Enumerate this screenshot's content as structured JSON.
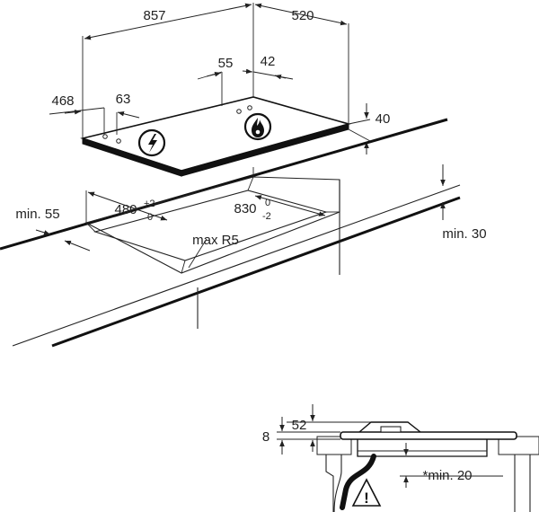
{
  "dimensions": {
    "width_857": "857",
    "depth_520": "520",
    "offset_468": "468",
    "offset_63": "63",
    "offset_55": "55",
    "offset_42": "42",
    "height_40": "40",
    "min_55": "min. 55",
    "cutout_480": "480",
    "cutout_480_tol_plus": "+2",
    "cutout_480_tol_zero": "0",
    "cutout_830": "830",
    "cutout_830_tol_zero": "0",
    "cutout_830_tol_minus": "-2",
    "max_r5": "max R5",
    "min_30": "min. 30",
    "detail_8": "8",
    "detail_52": "52",
    "detail_min_20": "*min. 20"
  },
  "symbols": {
    "electric": "lightning-bolt-icon",
    "gas": "flame-icon",
    "warning": "warning-triangle-icon",
    "warning_glyph": "!"
  }
}
